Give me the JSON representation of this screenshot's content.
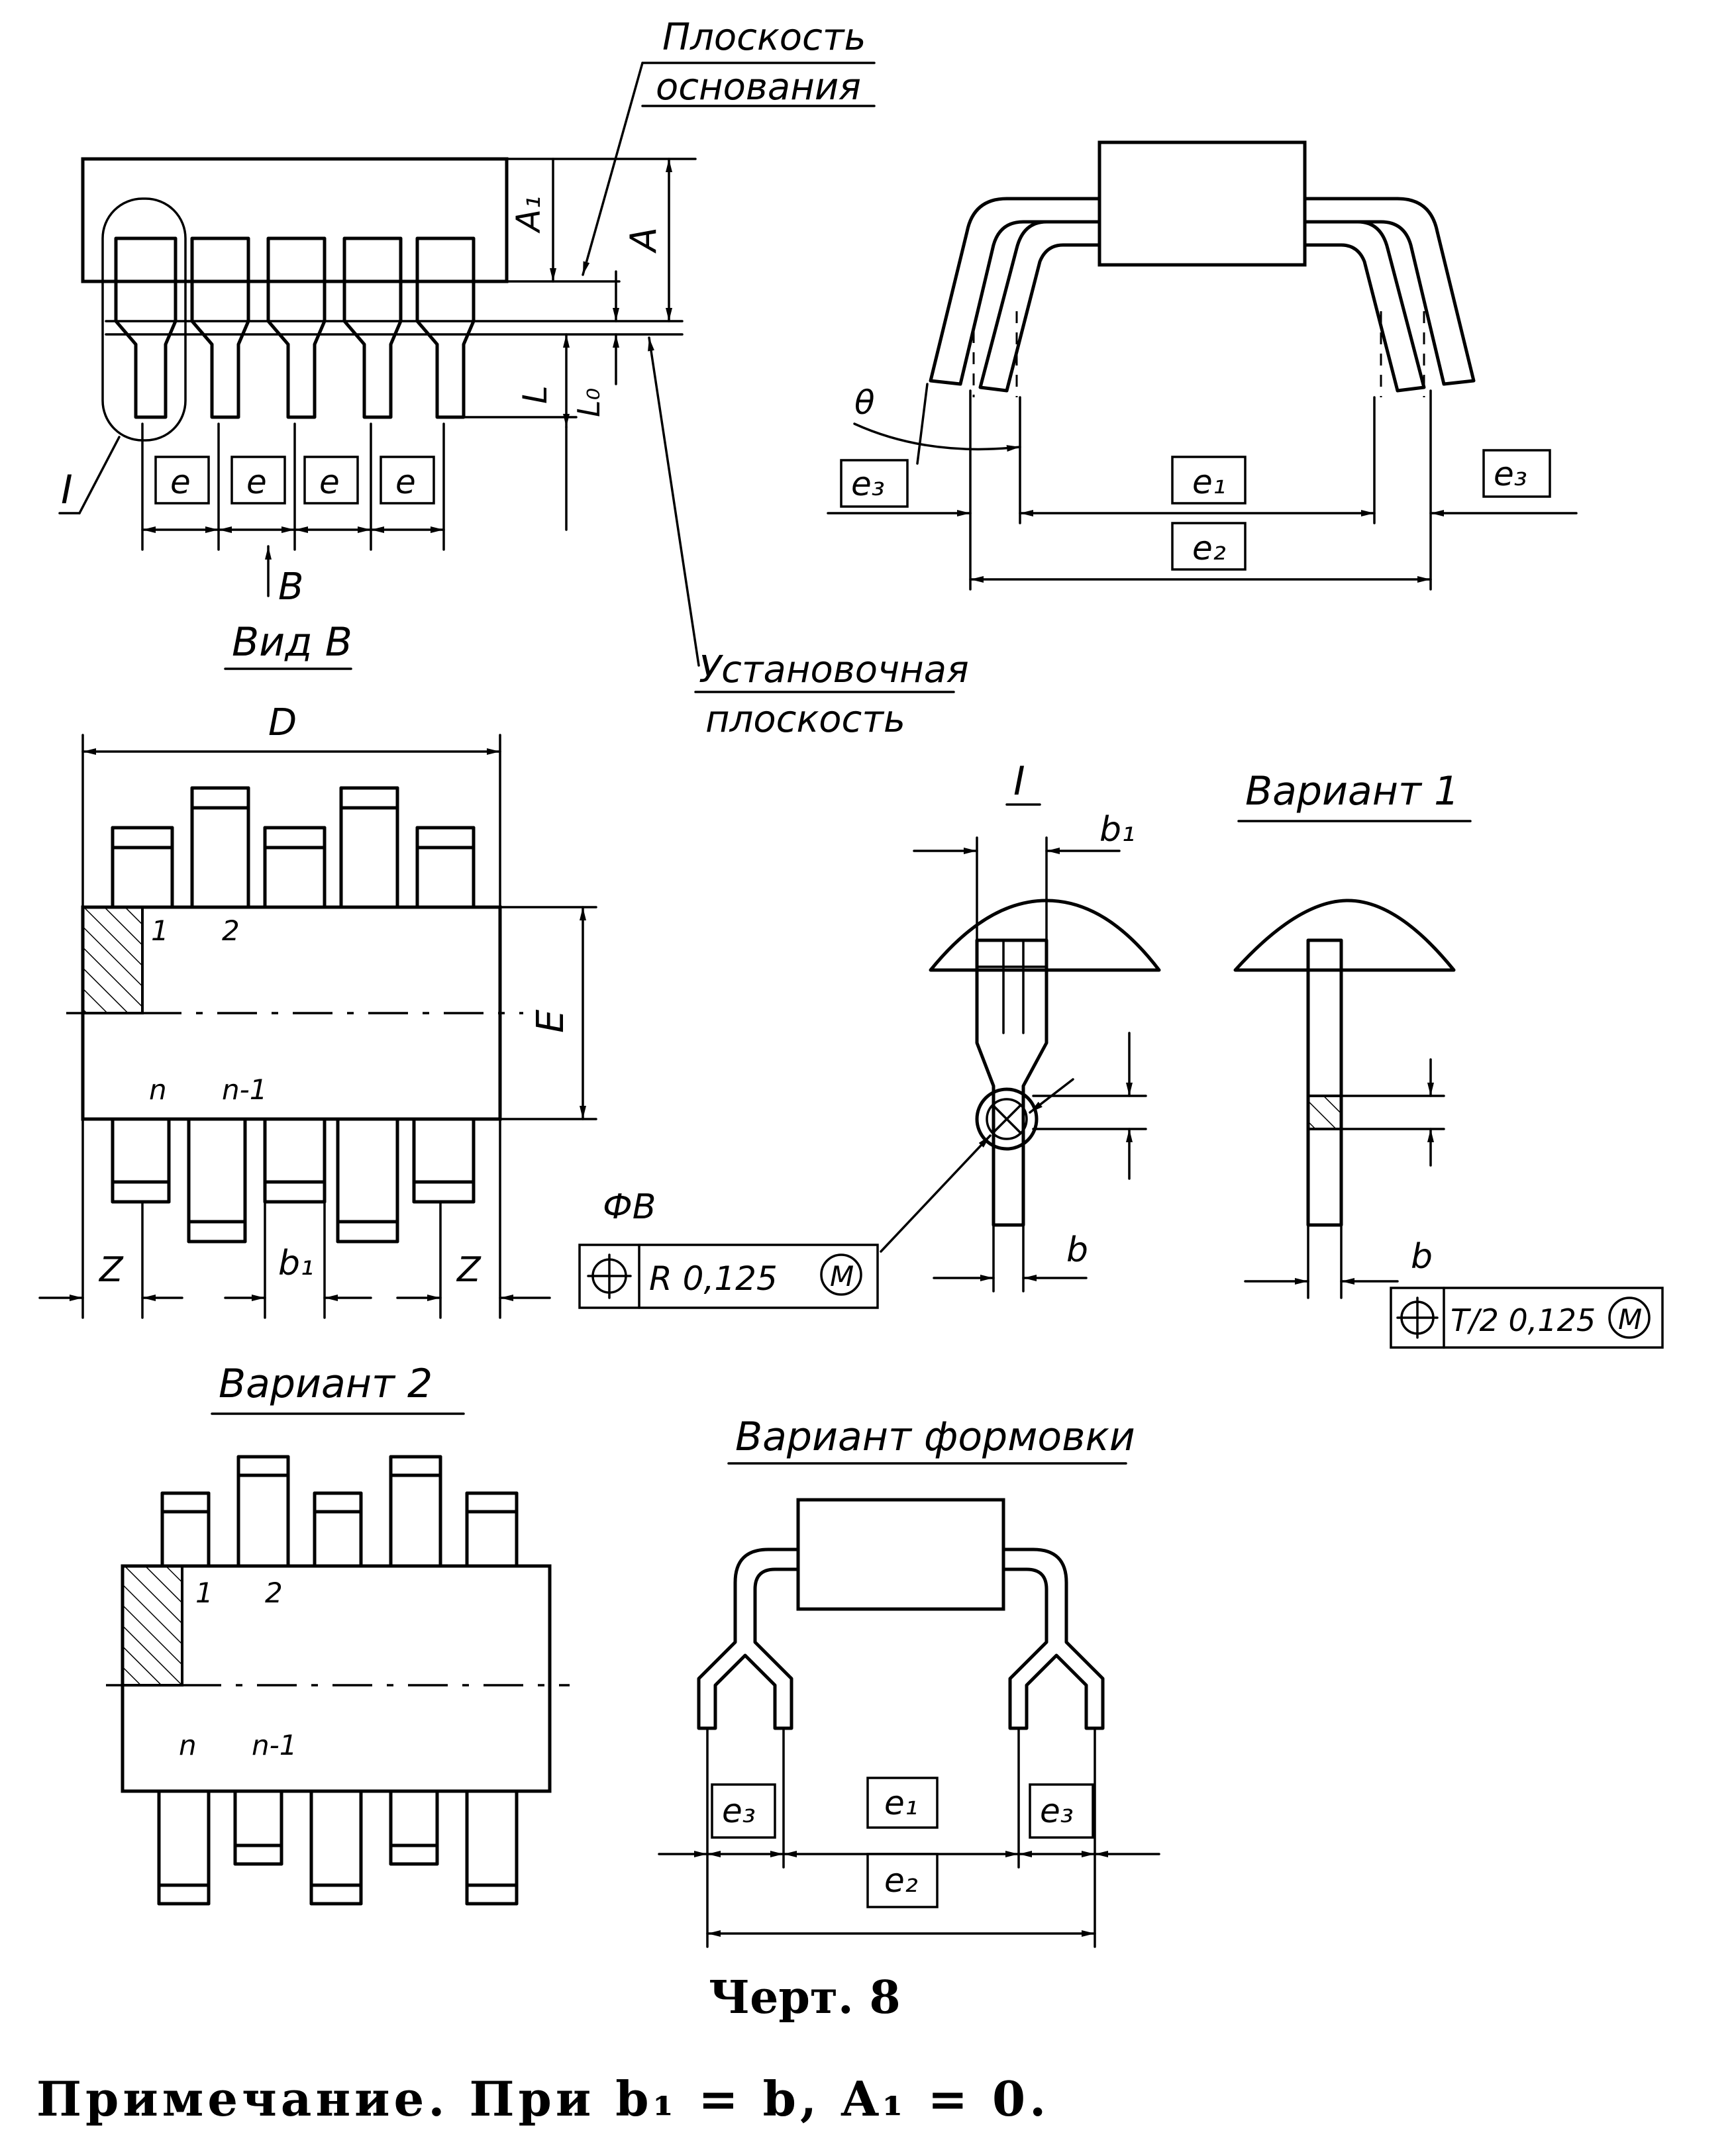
{
  "labels": {
    "base_plane": [
      "Плоскость",
      "основания"
    ],
    "mount_plane": [
      "Установочная",
      "плоскость"
    ],
    "view_b_title": "Вид В",
    "detail_title": "I",
    "variant1_title": "Вариант 1",
    "variant2_title": "Вариант 2",
    "forming_title": "Вариант формовки",
    "detail_marker": "I",
    "view_arrow": "В",
    "dim_A": "A",
    "dim_A1": "A₁",
    "dim_L": "L",
    "dim_L0": "L₀",
    "dim_e": "e",
    "dim_e1": "e₁",
    "dim_e2": "e₂",
    "dim_e3": "e₃",
    "dim_theta": "θ",
    "dim_D": "D",
    "dim_E": "E",
    "dim_Z": "Z",
    "dim_b1": "b₁",
    "dim_b": "b",
    "pin_1": "1",
    "pin_2": "2",
    "pin_n": "n",
    "pin_n1": "n-1",
    "phi_b": "ФВ",
    "tol_R": "R 0,125",
    "tol_T": "T/2 0,125",
    "tol_M": "M"
  },
  "caption": "Черт. 8",
  "note": "Примечание. При b₁ = b, A₁ = 0."
}
